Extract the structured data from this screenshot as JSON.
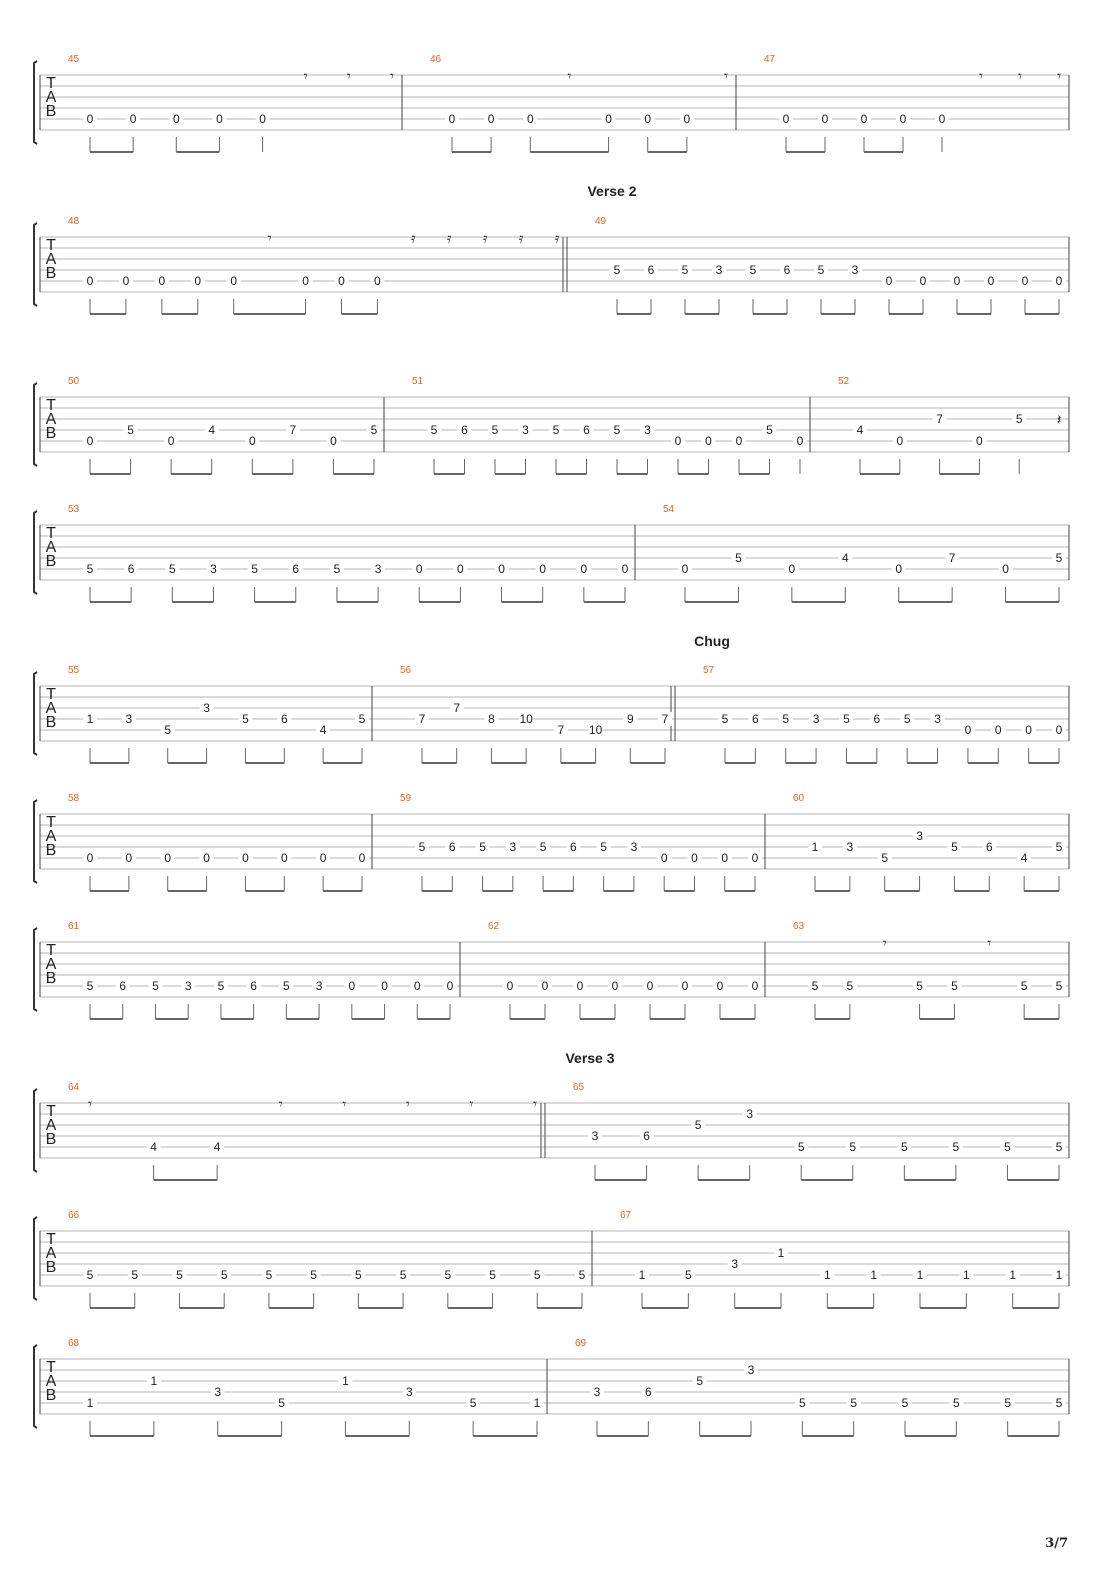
{
  "page": {
    "number": "3/7"
  },
  "tab_clef": [
    "T",
    "A",
    "B"
  ],
  "sections": {
    "verse2": "Verse 2",
    "chug": "Chug",
    "verse3": "Verse 3"
  },
  "systems": [
    {
      "measures": [
        {
          "number": "45",
          "notes": [
            [
              "0",
              5
            ],
            [
              "0",
              5
            ],
            [
              "0",
              5
            ],
            [
              "0",
              5
            ],
            [
              "0",
              5
            ],
            [
              "r8",
              1
            ],
            [
              "r8",
              1
            ],
            [
              "r8",
              1
            ]
          ]
        },
        {
          "number": "46",
          "notes": [
            [
              "0",
              5
            ],
            [
              "0",
              5
            ],
            [
              "0",
              5
            ],
            [
              "r8",
              1
            ],
            [
              "0",
              5
            ],
            [
              "0",
              5
            ],
            [
              "0",
              5
            ],
            [
              "r8",
              1
            ]
          ]
        },
        {
          "number": "47",
          "notes": [
            [
              "0",
              5
            ],
            [
              "0",
              5
            ],
            [
              "0",
              5
            ],
            [
              "0",
              5
            ],
            [
              "0",
              5
            ],
            [
              "r8",
              1
            ],
            [
              "r8",
              1
            ],
            [
              "r8",
              1
            ]
          ]
        }
      ]
    },
    {
      "measures": [
        {
          "number": "48",
          "section": "",
          "notes": [
            [
              "0",
              5
            ],
            [
              "0",
              5
            ],
            [
              "0",
              5
            ],
            [
              "0",
              5
            ],
            [
              "0",
              5
            ],
            [
              "r8",
              1
            ],
            [
              "0",
              5
            ],
            [
              "0",
              5
            ],
            [
              "0",
              5
            ],
            [
              "r16",
              1
            ],
            [
              "r16",
              1
            ],
            [
              "r16",
              1
            ],
            [
              "r16",
              1
            ],
            [
              "r16",
              1
            ]
          ]
        },
        {
          "number": "49",
          "section": "verse2",
          "notes": [
            [
              "5",
              4
            ],
            [
              "6",
              4
            ],
            [
              "5",
              4
            ],
            [
              "3",
              4
            ],
            [
              "5",
              4
            ],
            [
              "6",
              4
            ],
            [
              "5",
              4
            ],
            [
              "3",
              4
            ],
            [
              "0",
              5
            ],
            [
              "0",
              5
            ],
            [
              "0",
              5
            ],
            [
              "0",
              5
            ],
            [
              "0",
              5
            ],
            [
              "0",
              5
            ]
          ]
        }
      ]
    },
    {
      "measures": [
        {
          "number": "50",
          "notes": [
            [
              "0",
              5
            ],
            [
              "5",
              4
            ],
            [
              "0",
              5
            ],
            [
              "4",
              4
            ],
            [
              "0",
              5
            ],
            [
              "7",
              4
            ],
            [
              "0",
              5
            ],
            [
              "5",
              4
            ]
          ]
        },
        {
          "number": "51",
          "notes": [
            [
              "5",
              4
            ],
            [
              "6",
              4
            ],
            [
              "5",
              4
            ],
            [
              "3",
              4
            ],
            [
              "5",
              4
            ],
            [
              "6",
              4
            ],
            [
              "5",
              4
            ],
            [
              "3",
              4
            ],
            [
              "0",
              5
            ],
            [
              "0",
              5
            ],
            [
              "0",
              5
            ],
            [
              "5",
              4
            ],
            [
              "0",
              5
            ]
          ]
        },
        {
          "number": "52",
          "notes": [
            [
              "4",
              4
            ],
            [
              "0",
              5
            ],
            [
              "7",
              3
            ],
            [
              "0",
              5
            ],
            [
              "5",
              3
            ],
            [
              "rq",
              3
            ]
          ]
        }
      ]
    },
    {
      "measures": [
        {
          "number": "53",
          "notes": [
            [
              "5",
              5
            ],
            [
              "6",
              5
            ],
            [
              "5",
              5
            ],
            [
              "3",
              5
            ],
            [
              "5",
              5
            ],
            [
              "6",
              5
            ],
            [
              "5",
              5
            ],
            [
              "3",
              5
            ],
            [
              "0",
              5
            ],
            [
              "0",
              5
            ],
            [
              "0",
              5
            ],
            [
              "0",
              5
            ],
            [
              "0",
              5
            ],
            [
              "0",
              5
            ]
          ]
        },
        {
          "number": "54",
          "notes": [
            [
              "0",
              5
            ],
            [
              "5",
              4
            ],
            [
              "0",
              5
            ],
            [
              "4",
              4
            ],
            [
              "0",
              5
            ],
            [
              "7",
              4
            ],
            [
              "0",
              5
            ],
            [
              "5",
              4
            ]
          ]
        }
      ]
    },
    {
      "measures": [
        {
          "number": "55",
          "notes": [
            [
              "1",
              4
            ],
            [
              "3",
              4
            ],
            [
              "5",
              5
            ],
            [
              "3",
              3
            ],
            [
              "5",
              4
            ],
            [
              "6",
              4
            ],
            [
              "4",
              5
            ],
            [
              "5",
              4
            ]
          ]
        },
        {
          "number": "56",
          "notes": [
            [
              "7",
              4
            ],
            [
              "7",
              3
            ],
            [
              "8",
              4
            ],
            [
              "10",
              4
            ],
            [
              "7",
              5
            ],
            [
              "10",
              5
            ],
            [
              "9",
              4
            ],
            [
              "7",
              4
            ]
          ]
        },
        {
          "number": "57",
          "section": "chug",
          "notes": [
            [
              "5",
              4
            ],
            [
              "6",
              4
            ],
            [
              "5",
              4
            ],
            [
              "3",
              4
            ],
            [
              "5",
              4
            ],
            [
              "6",
              4
            ],
            [
              "5",
              4
            ],
            [
              "3",
              4
            ],
            [
              "0",
              5
            ],
            [
              "0",
              5
            ],
            [
              "0",
              5
            ],
            [
              "0",
              5
            ]
          ]
        }
      ]
    },
    {
      "measures": [
        {
          "number": "58",
          "notes": [
            [
              "0",
              5
            ],
            [
              "0",
              5
            ],
            [
              "0",
              5
            ],
            [
              "0",
              5
            ],
            [
              "0",
              5
            ],
            [
              "0",
              5
            ],
            [
              "0",
              5
            ],
            [
              "0",
              5
            ]
          ]
        },
        {
          "number": "59",
          "notes": [
            [
              "5",
              4
            ],
            [
              "6",
              4
            ],
            [
              "5",
              4
            ],
            [
              "3",
              4
            ],
            [
              "5",
              4
            ],
            [
              "6",
              4
            ],
            [
              "5",
              4
            ],
            [
              "3",
              4
            ],
            [
              "0",
              5
            ],
            [
              "0",
              5
            ],
            [
              "0",
              5
            ],
            [
              "0",
              5
            ]
          ]
        },
        {
          "number": "60",
          "notes": [
            [
              "1",
              4
            ],
            [
              "3",
              4
            ],
            [
              "5",
              5
            ],
            [
              "3",
              3
            ],
            [
              "5",
              4
            ],
            [
              "6",
              4
            ],
            [
              "4",
              5
            ],
            [
              "5",
              4
            ]
          ]
        }
      ]
    },
    {
      "measures": [
        {
          "number": "61",
          "notes": [
            [
              "5",
              5
            ],
            [
              "6",
              5
            ],
            [
              "5",
              5
            ],
            [
              "3",
              5
            ],
            [
              "5",
              5
            ],
            [
              "6",
              5
            ],
            [
              "5",
              5
            ],
            [
              "3",
              5
            ],
            [
              "0",
              5
            ],
            [
              "0",
              5
            ],
            [
              "0",
              5
            ],
            [
              "0",
              5
            ]
          ]
        },
        {
          "number": "62",
          "notes": [
            [
              "0",
              5
            ],
            [
              "0",
              5
            ],
            [
              "0",
              5
            ],
            [
              "0",
              5
            ],
            [
              "0",
              5
            ],
            [
              "0",
              5
            ],
            [
              "0",
              5
            ],
            [
              "0",
              5
            ]
          ]
        },
        {
          "number": "63",
          "notes": [
            [
              "5",
              5
            ],
            [
              "5",
              5
            ],
            [
              "r8",
              1
            ],
            [
              "5",
              5
            ],
            [
              "5",
              5
            ],
            [
              "r8",
              1
            ],
            [
              "5",
              5
            ],
            [
              "5",
              5
            ]
          ]
        }
      ]
    },
    {
      "measures": [
        {
          "number": "64",
          "notes": [
            [
              "r8",
              1
            ],
            [
              "4",
              5
            ],
            [
              "4",
              5
            ],
            [
              "r8",
              1
            ],
            [
              "r8",
              1
            ],
            [
              "r8",
              1
            ],
            [
              "r8",
              1
            ],
            [
              "r8",
              1
            ]
          ]
        },
        {
          "number": "65",
          "section": "verse3",
          "notes": [
            [
              "3",
              4
            ],
            [
              "6",
              4
            ],
            [
              "5",
              3
            ],
            [
              "3",
              2
            ],
            [
              "5",
              5
            ],
            [
              "5",
              5
            ],
            [
              "5",
              5
            ],
            [
              "5",
              5
            ],
            [
              "5",
              5
            ],
            [
              "5",
              5
            ]
          ]
        }
      ]
    },
    {
      "measures": [
        {
          "number": "66",
          "notes": [
            [
              "5",
              5
            ],
            [
              "5",
              5
            ],
            [
              "5",
              5
            ],
            [
              "5",
              5
            ],
            [
              "5",
              5
            ],
            [
              "5",
              5
            ],
            [
              "5",
              5
            ],
            [
              "5",
              5
            ],
            [
              "5",
              5
            ],
            [
              "5",
              5
            ],
            [
              "5",
              5
            ],
            [
              "5",
              5
            ]
          ]
        },
        {
          "number": "67",
          "notes": [
            [
              "1",
              5
            ],
            [
              "5",
              5
            ],
            [
              "3",
              4
            ],
            [
              "1",
              3
            ],
            [
              "1",
              5
            ],
            [
              "1",
              5
            ],
            [
              "1",
              5
            ],
            [
              "1",
              5
            ],
            [
              "1",
              5
            ],
            [
              "1",
              5
            ]
          ]
        }
      ]
    },
    {
      "measures": [
        {
          "number": "68",
          "notes": [
            [
              "1",
              5
            ],
            [
              "1",
              3
            ],
            [
              "3",
              4
            ],
            [
              "5",
              5
            ],
            [
              "1",
              3
            ],
            [
              "3",
              4
            ],
            [
              "5",
              5
            ],
            [
              "1",
              5
            ]
          ]
        },
        {
          "number": "69",
          "notes": [
            [
              "3",
              4
            ],
            [
              "6",
              4
            ],
            [
              "5",
              3
            ],
            [
              "3",
              2
            ],
            [
              "5",
              5
            ],
            [
              "5",
              5
            ],
            [
              "5",
              5
            ],
            [
              "5",
              5
            ],
            [
              "5",
              5
            ],
            [
              "5",
              5
            ]
          ]
        }
      ]
    }
  ]
}
